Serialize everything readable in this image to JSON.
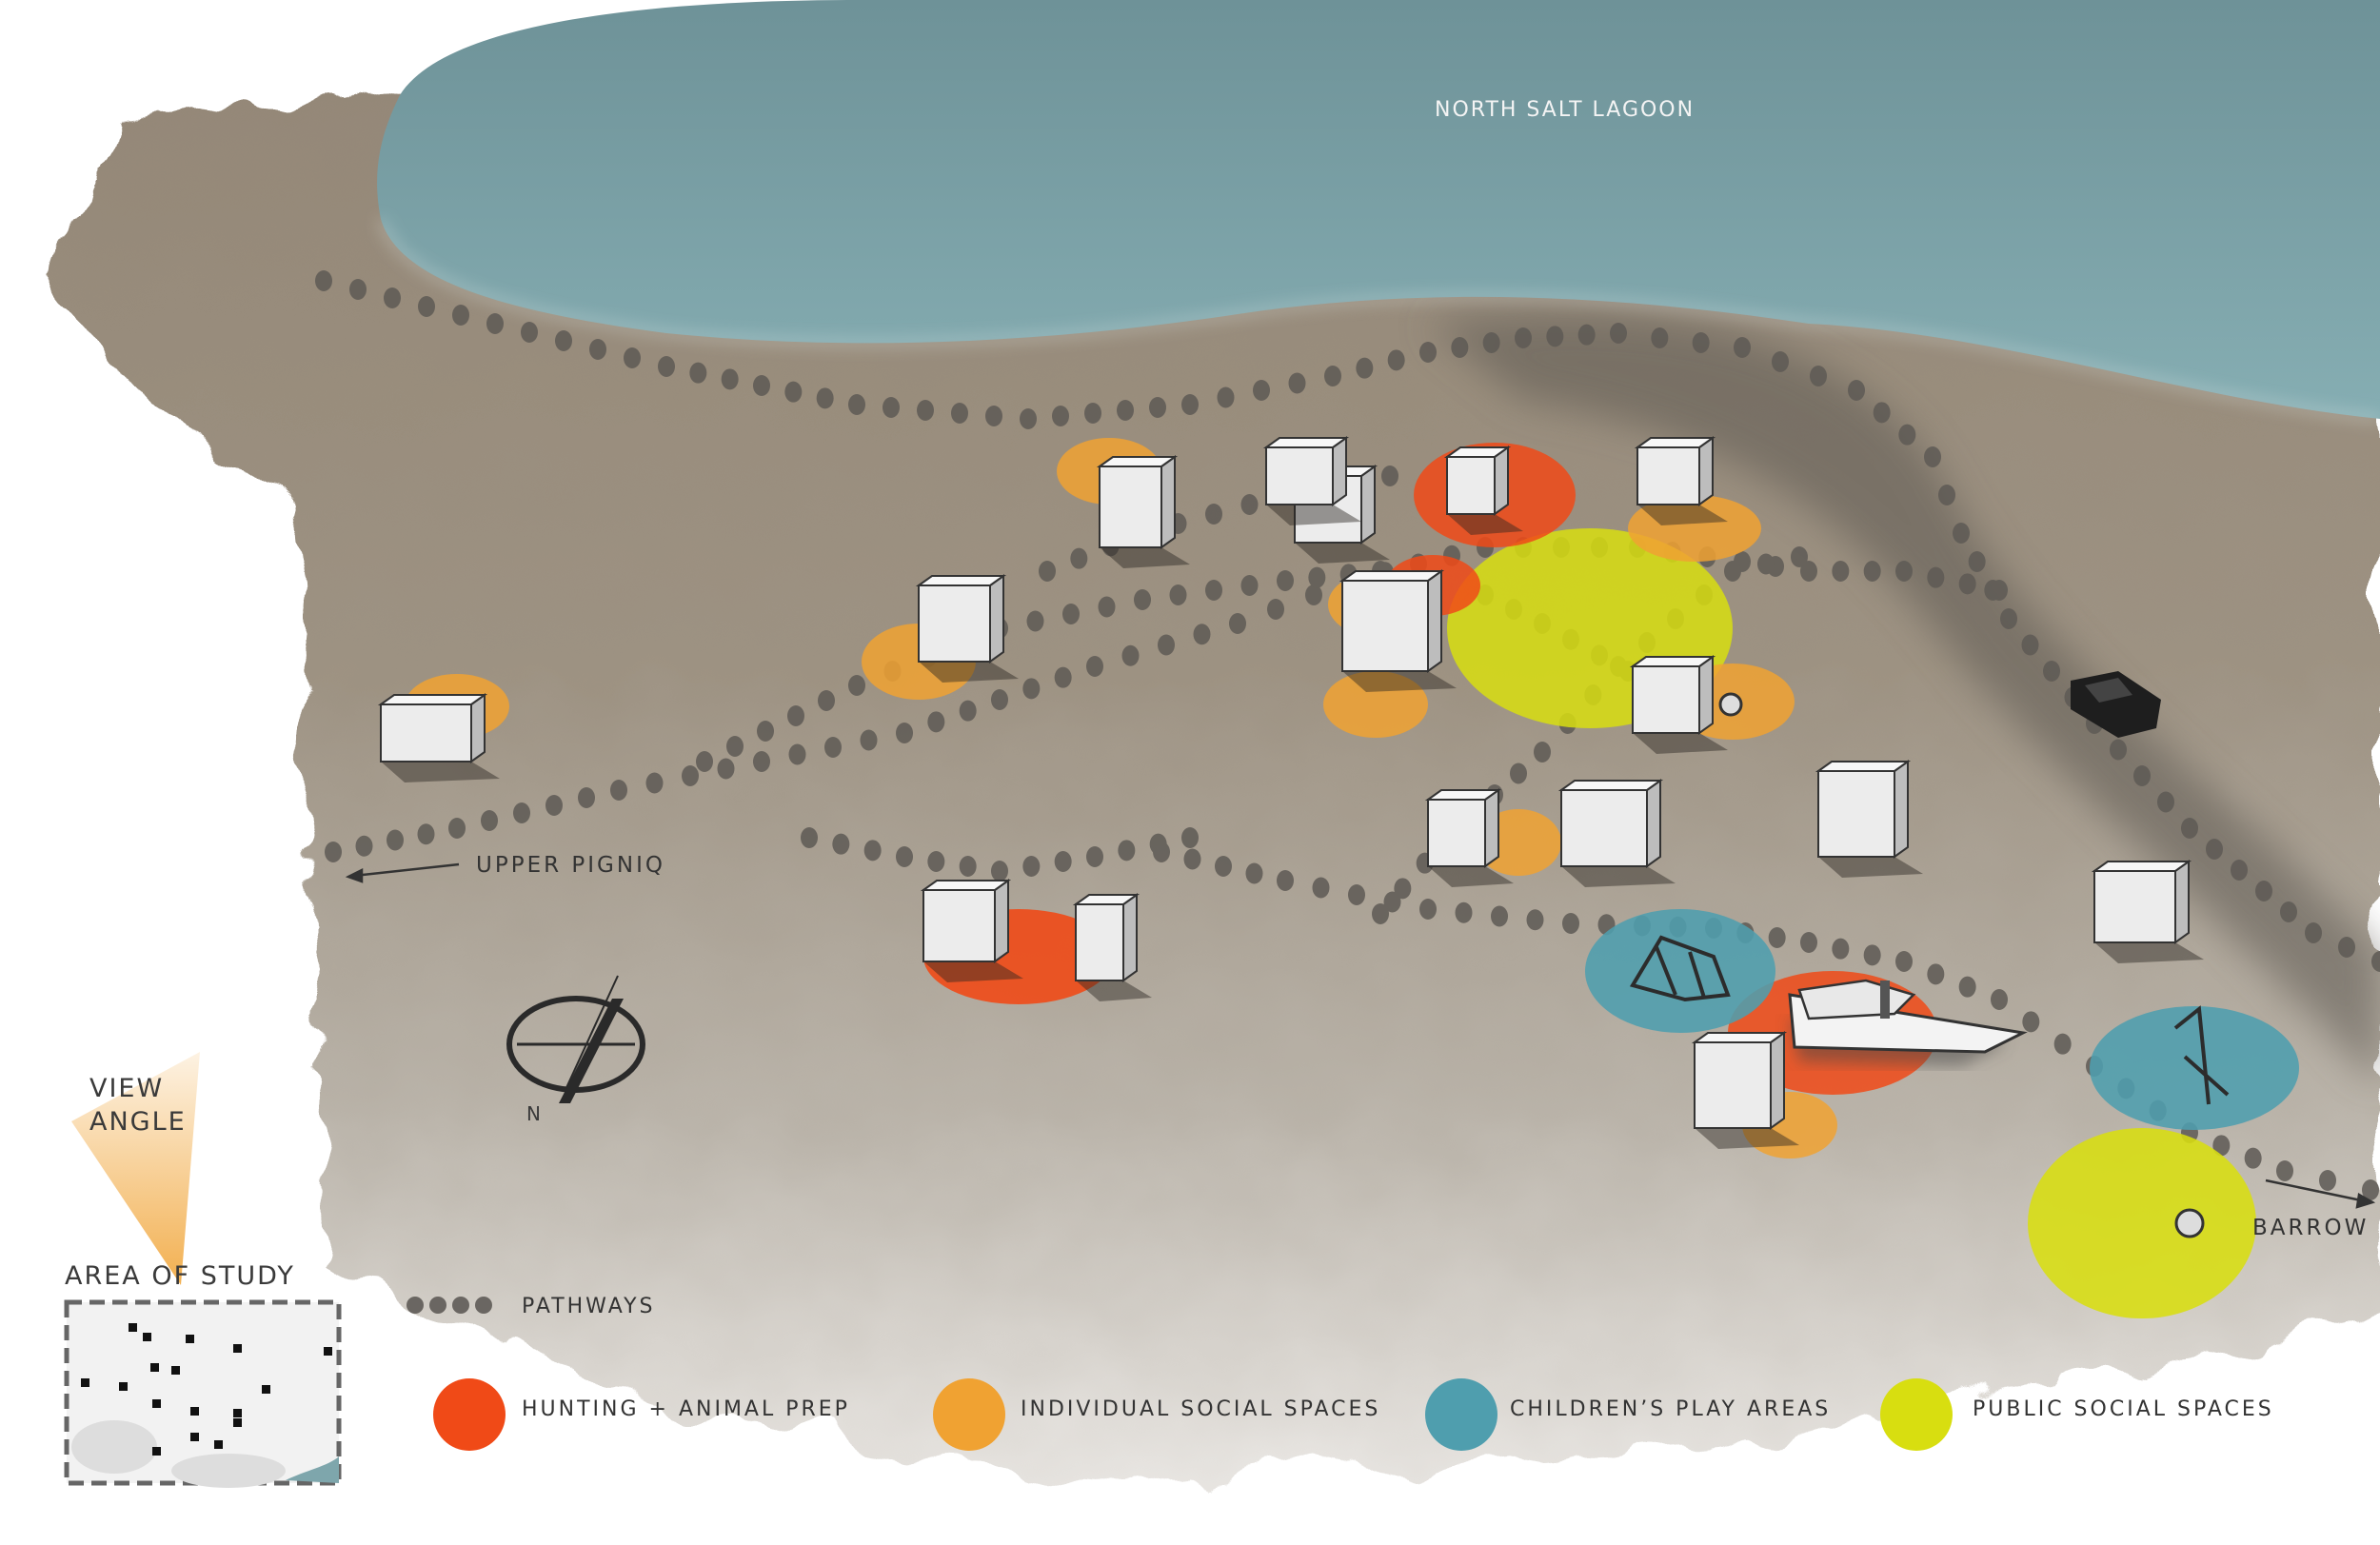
{
  "labels": {
    "lagoon": "NORTH SALT LAGOON",
    "upper_pigniq": "UPPER PIGNIQ",
    "barrow": "BARROW",
    "view_angle_line1": "VIEW",
    "view_angle_line2": "ANGLE",
    "area_of_study": "AREA OF STUDY",
    "north": "N"
  },
  "legend": {
    "pathways": "PATHWAYS",
    "items": [
      {
        "label": "HUNTING + ANIMAL PREP",
        "color": "#f04a17"
      },
      {
        "label": "INDIVIDUAL SOCIAL SPACES",
        "color": "#f0a232"
      },
      {
        "label": "CHILDREN’S PLAY AREAS",
        "color": "#4f9eae"
      },
      {
        "label": "PUBLIC SOCIAL SPACES",
        "color": "#d8de10"
      }
    ]
  },
  "colors": {
    "water": "#7ea6ac",
    "land": "#9c9283",
    "path_dots": "#5e5a55",
    "hunting": "#f04a17",
    "individual": "#f0a232",
    "children": "#4f9eae",
    "public": "#d8de10"
  }
}
